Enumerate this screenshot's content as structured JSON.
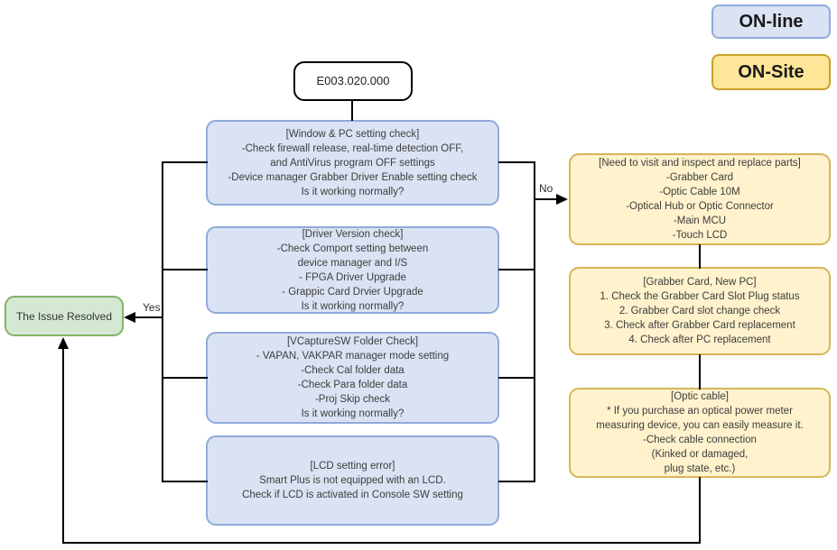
{
  "legend": {
    "online_label": "ON-line",
    "onsite_label": "ON-Site"
  },
  "root": {
    "code": "E003.020.000"
  },
  "resolved": {
    "label": "The Issue Resolved"
  },
  "branch_labels": {
    "yes": "Yes",
    "no": "No"
  },
  "online_steps": [
    {
      "text": "[Window & PC setting check]\n-Check firewall release, real-time detection OFF,\nand AntiVirus program OFF settings\n-Device manager Grabber Driver Enable setting check\nIs it working normally?"
    },
    {
      "text": "[Driver Version check]\n-Check Comport setting between\ndevice manager and I/S\n- FPGA Driver Upgrade\n- Grappic Card Drvier Upgrade\nIs it working normally?"
    },
    {
      "text": "[VCaptureSW Folder Check]\n- VAPAN, VAKPAR manager mode setting\n-Check Cal folder data\n-Check Para folder data\n-Proj Skip check\nIs it working normally?"
    },
    {
      "text": "[LCD setting error]\nSmart Plus is not equipped with an LCD.\nCheck if LCD is activated in Console SW setting"
    }
  ],
  "onsite_steps": [
    {
      "text": "[Need to visit and inspect and replace parts]\n-Grabber Card\n-Optic Cable 10M\n-Optical Hub or Optic Connector\n-Main MCU\n-Touch LCD"
    },
    {
      "text": "[Grabber Card, New PC]\n1. Check the Grabber Card Slot Plug status\n2. Grabber Card slot change check\n3. Check after Grabber Card replacement\n4. Check after PC replacement"
    },
    {
      "text": "[Optic cable]\n* If you purchase an optical power meter\nmeasuring device, you can easily measure it.\n-Check cable connection\n(Kinked or damaged,\nplug state, etc.)"
    }
  ],
  "colors": {
    "online_fill": "#dae3f3",
    "online_border": "#8faadc",
    "onsite_fill": "#fff2cc",
    "onsite_border": "#d6b656",
    "resolved_fill": "#d5e8d4",
    "resolved_border": "#82b366",
    "legend_onsite_fill": "#ffe699",
    "legend_onsite_border": "#c9a227",
    "line_color": "#000000"
  }
}
